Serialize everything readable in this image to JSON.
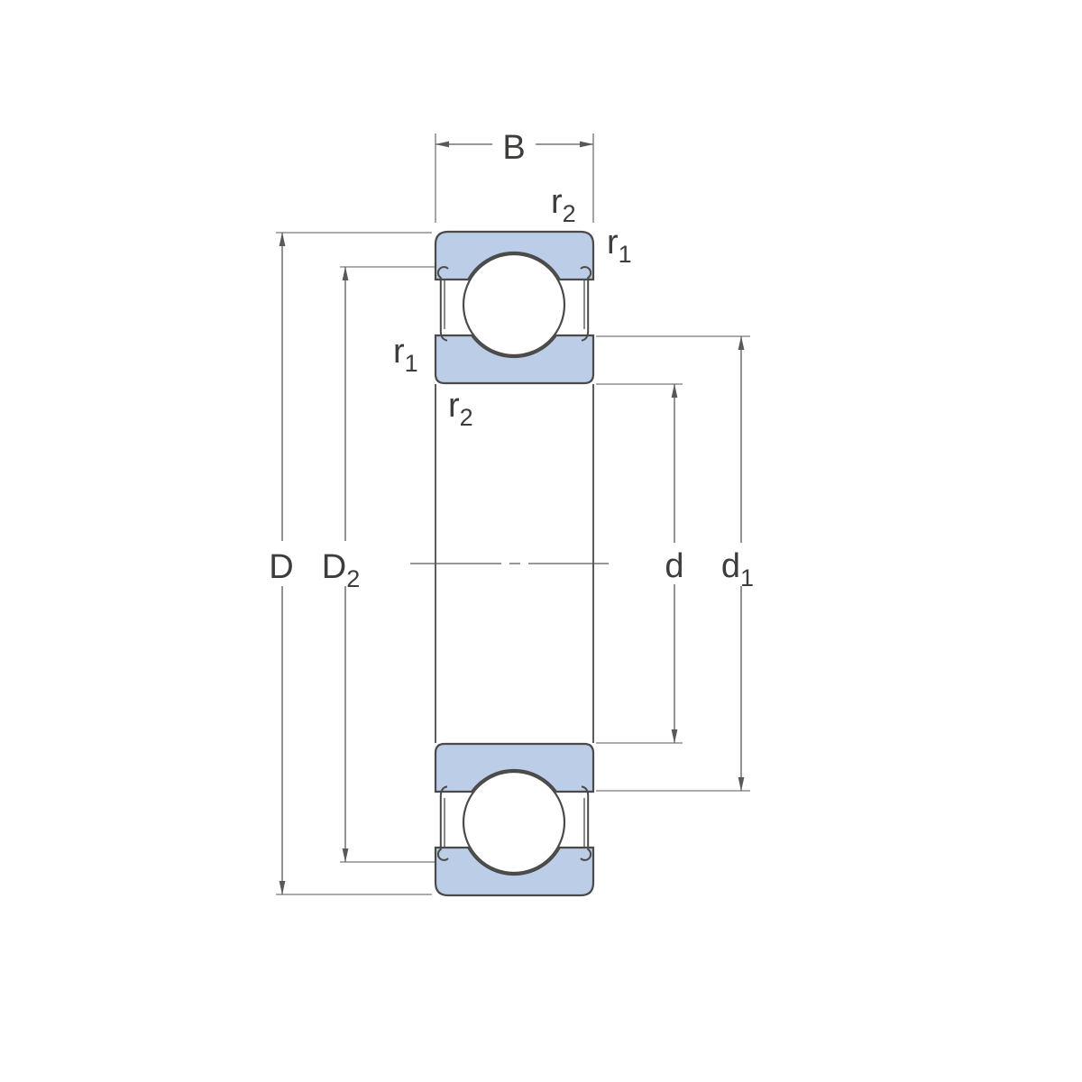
{
  "diagram": {
    "type": "deep-groove-ball-bearing-cross-section-with-shields",
    "colors": {
      "ring_fill": "#bccde7",
      "ball_fill": "#ffffff",
      "outline": "#4a4a49",
      "dimension_line": "#58595b",
      "label_text": "#3d3d3c",
      "background": "#ffffff"
    },
    "labels": {
      "B": {
        "base": "B",
        "sub": ""
      },
      "D": {
        "base": "D",
        "sub": ""
      },
      "D2": {
        "base": "D",
        "sub": "2"
      },
      "d": {
        "base": "d",
        "sub": ""
      },
      "d1": {
        "base": "d",
        "sub": "1"
      },
      "r2_outer": {
        "base": "r",
        "sub": "2"
      },
      "r1_outer": {
        "base": "r",
        "sub": "1"
      },
      "r1_inner": {
        "base": "r",
        "sub": "1"
      },
      "r2_inner": {
        "base": "r",
        "sub": "2"
      }
    }
  }
}
